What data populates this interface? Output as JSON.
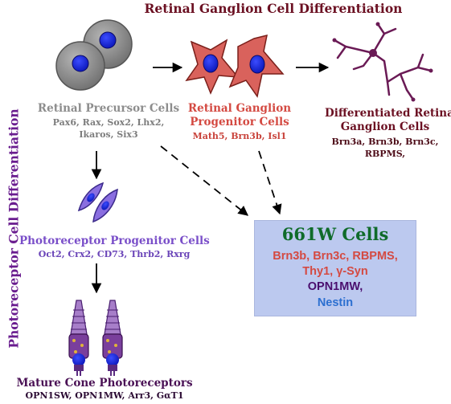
{
  "title": "Retinal Ganglion Cell Differentiation",
  "side_title": "Photoreceptor Cell Differentiation",
  "precursor": {
    "title": "Retinal Precursor Cells",
    "markers_line1": "Pax6, Rax, Sox2, Lhx2,",
    "markers_line2": "Ikaros, Six3"
  },
  "rgc_progenitor": {
    "title_line1": "Retinal Ganglion",
    "title_line2": "Progenitor Cells",
    "markers": "Math5, Brn3b, Isl1"
  },
  "differentiated_rgc": {
    "title_line1": "Differentiated Retinal",
    "title_line2": "Ganglion Cells",
    "markers_line1": "Brn3a, Brn3b, Brn3c,",
    "markers_line2": "RBPMS,"
  },
  "photoreceptor_progenitor": {
    "title": "Photoreceptor Progenitor Cells",
    "markers": "Oct2, Crx2, CD73, Thrb2, Rxrg"
  },
  "mature_cone": {
    "title": "Mature Cone Photoreceptors",
    "markers": "OPN1SW, OPN1MW, Arr3, GαT1"
  },
  "cells_661w": {
    "title": "661W Cells",
    "line1": "Brn3b, Brn3c, RBPMS,",
    "line2": "Thy1, γ-Syn",
    "line3": "OPN1MW,",
    "line4": "Nestin"
  },
  "colors": {
    "rgc_title": "#6b1022",
    "photoreceptor_title": "#6a1d8f",
    "precursor": "#8d8d8d",
    "rgc_progenitor": "#d44a42",
    "differentiated": "#6b1022",
    "photoreceptor_progenitor": "#7a4fc9",
    "mature_cone": "#4a1155",
    "box_fill": "#bcc9ef",
    "box_title": "#0f6b2a",
    "nestin": "#2c6fd0"
  }
}
